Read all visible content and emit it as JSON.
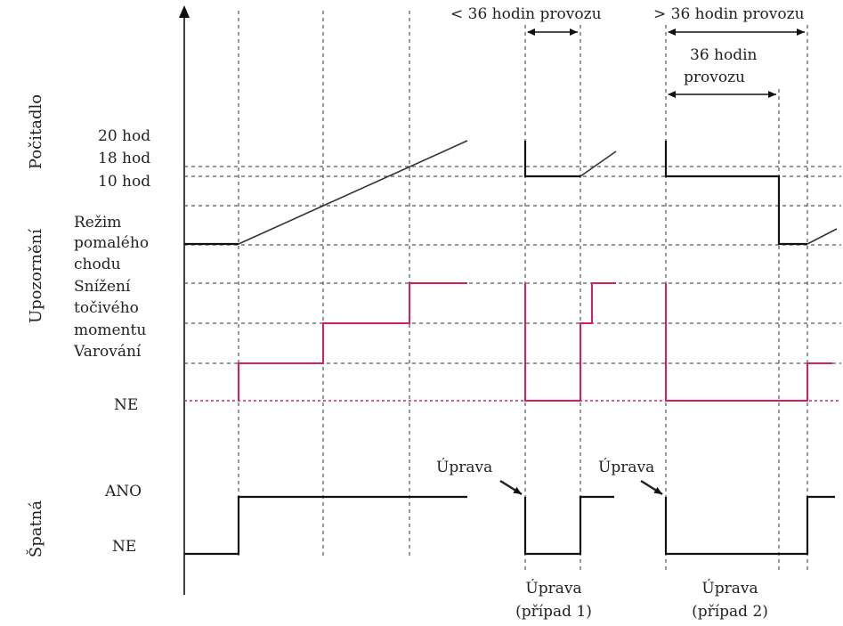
{
  "header": {
    "less_than_36": "< 36 hodin provozu",
    "more_than_36": "> 36 hodin provozu",
    "span_36_line1": "36 hodin",
    "span_36_line2": "provozu"
  },
  "sections": {
    "counter": "Počitadlo",
    "warning": "Upozornění",
    "bad": "Špatná"
  },
  "counter_levels": [
    "20 hod",
    "18 hod",
    "10 hod"
  ],
  "warning_levels": {
    "slow_mode_line1": "Režim",
    "slow_mode_line2": "pomalého",
    "slow_mode_line3": "chodu",
    "torque_line1": "Snížení",
    "torque_line2": "točivého",
    "torque_line3": "momentu",
    "warning": "Varování",
    "no": "NE"
  },
  "bad_levels": {
    "yes": "ANO",
    "no": "NE"
  },
  "annotations": {
    "fix_1": "Úprava",
    "fix_2": "Úprava"
  },
  "cases": {
    "case1_line1": "Úprava",
    "case1_line2": "(případ 1)",
    "case2_line1": "Úprava",
    "case2_line2": "(případ 2)"
  },
  "colors": {
    "warning_trace": "#d6205a",
    "lines": "#111111",
    "grid": "#555555"
  }
}
